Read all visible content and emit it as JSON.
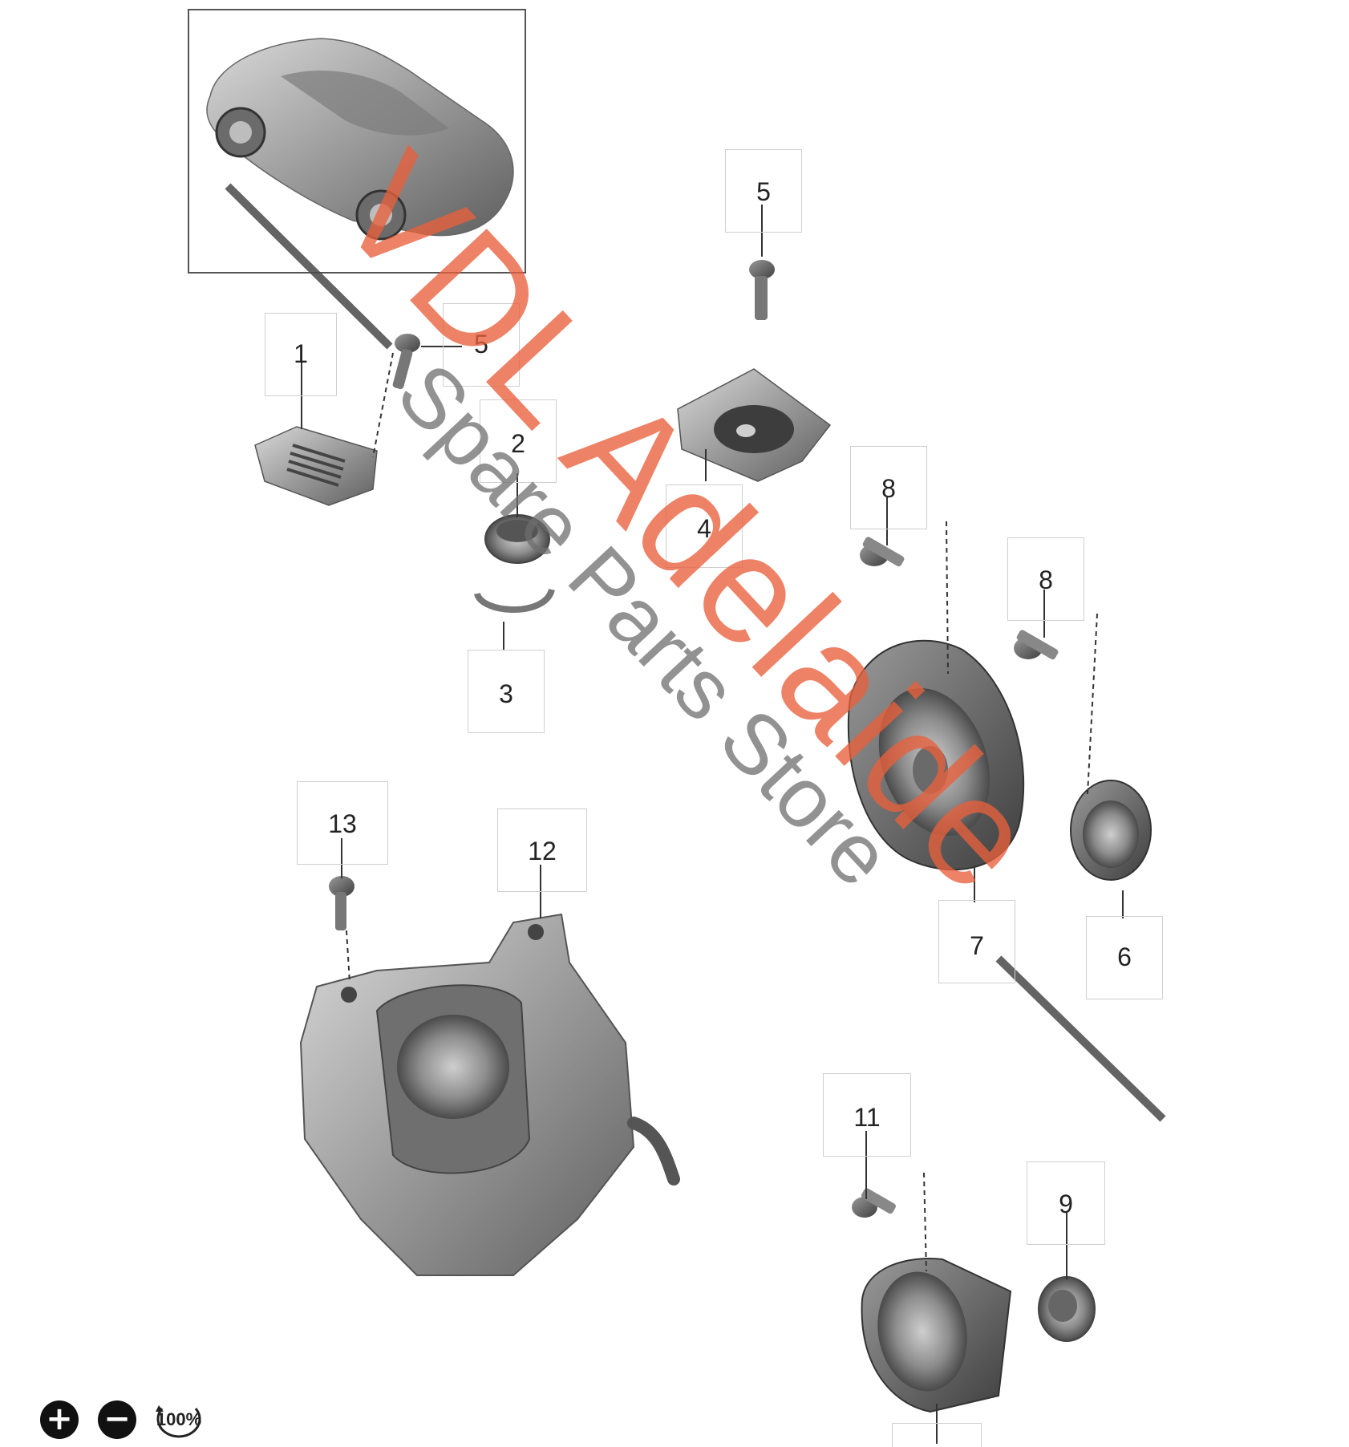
{
  "diagram": {
    "callouts": [
      {
        "id": "c1",
        "label": "1"
      },
      {
        "id": "c5a",
        "label": "5"
      },
      {
        "id": "c5b",
        "label": "5"
      },
      {
        "id": "c2",
        "label": "2"
      },
      {
        "id": "c3",
        "label": "3"
      },
      {
        "id": "c4",
        "label": "4"
      },
      {
        "id": "c8a",
        "label": "8"
      },
      {
        "id": "c8b",
        "label": "8"
      },
      {
        "id": "c13",
        "label": "13"
      },
      {
        "id": "c12",
        "label": "12"
      },
      {
        "id": "c7",
        "label": "7"
      },
      {
        "id": "c6",
        "label": "6"
      },
      {
        "id": "c11",
        "label": "11"
      },
      {
        "id": "c9",
        "label": "9"
      },
      {
        "id": "c10",
        "label": ""
      }
    ]
  },
  "watermark": {
    "main": "VDL Adelaide",
    "sub": "Spare Parts Store",
    "main_color": "#e8603c",
    "sub_color": "#6e6e6e"
  },
  "zoom": {
    "zoom_in_icon": "plus-icon",
    "zoom_out_icon": "minus-icon",
    "level": "100%"
  }
}
